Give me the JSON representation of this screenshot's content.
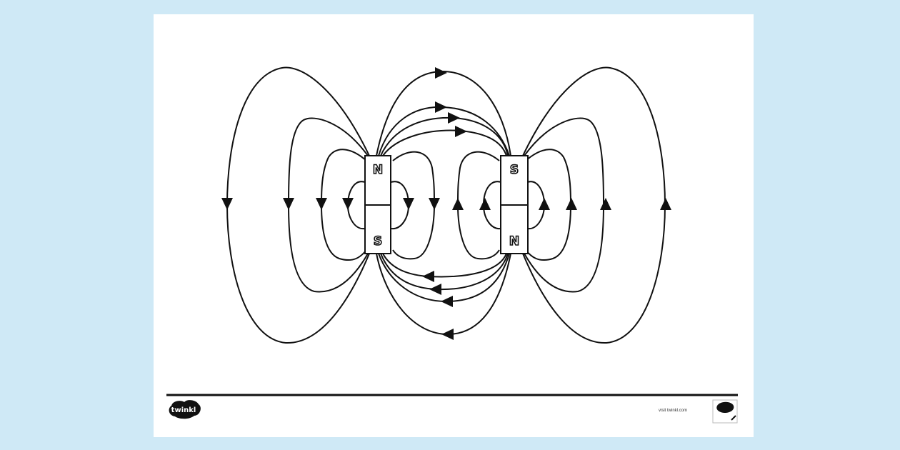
{
  "diagram": {
    "title": "Magnetic field lines between two bar magnets",
    "left_magnet": {
      "top_pole": "N",
      "bottom_pole": "S"
    },
    "right_magnet": {
      "top_pole": "S",
      "bottom_pole": "N"
    }
  },
  "footer": {
    "logo": "twinkl",
    "website": "visit twinkl.com",
    "badge_logo": "twinkl"
  },
  "colors": {
    "background": "#cfe9f6",
    "page": "#ffffff",
    "ink": "#111111"
  }
}
